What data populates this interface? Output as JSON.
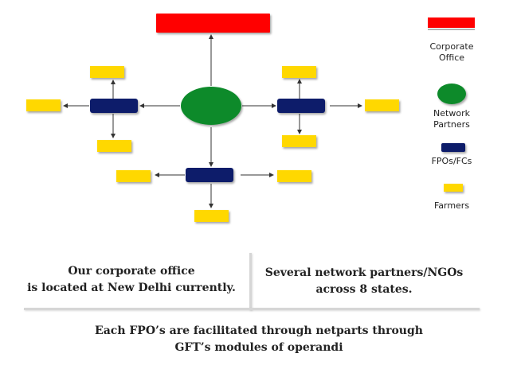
{
  "colors": {
    "corporate": "#ff0000",
    "network": "#0e8a2b",
    "fpo": "#0b1a6a",
    "farmer": "#ffd800",
    "line": "#333333"
  },
  "legend": {
    "corporate_label": "Corporate\nOffice",
    "network_label": "Network\nPartners",
    "fpo_label": "FPOs/FCs",
    "farmer_label": "Farmers"
  },
  "captions": {
    "corporate_office": "Our corporate office\nis located at New Delhi currently.",
    "network_partners": "Several network partners/NGOs\nacross 8 states.",
    "facilitation": "Each FPO’s are facilitated through netparts through\nGFT’s modules of operandi"
  }
}
